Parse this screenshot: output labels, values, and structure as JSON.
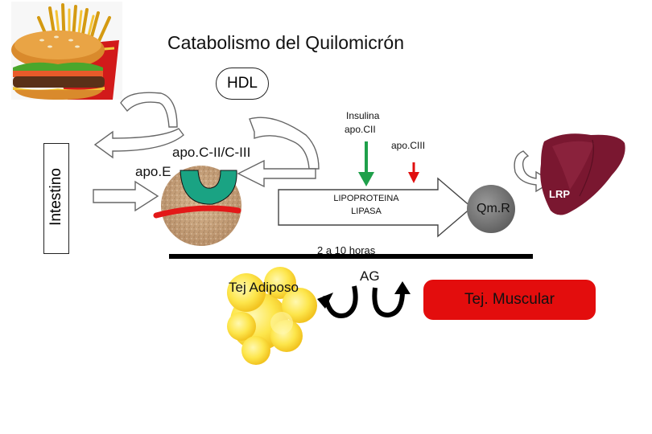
{
  "title": "Catabolismo del Quilomicrón",
  "hdl_label": "HDL",
  "intestino_label": "Intestino",
  "insulina_label": "Insulina",
  "apocii_label": "apo.CII",
  "apociii_label": "apo.CIII",
  "apoc_label": "apo.C-II/C-III",
  "apoe_label": "apo.E",
  "lipoproteina_label": "LIPOPROTEINA",
  "lipasa_label": "LIPASA",
  "qmr_label": "Qm.R",
  "lrp_label": "LRP",
  "horas_label": "2 a 10 horas",
  "tej_adiposo_label": "Tej Adiposo",
  "ag_label": "AG",
  "tej_muscular_label": "Tej. Muscular",
  "colors": {
    "insulin_arrow": "#1fa04a",
    "apociii_arrow": "#e01010",
    "muscle_box": "#e30d0d",
    "liver": "#7a1730",
    "apoc_shape": "#1aa383",
    "apoe_band": "#e31818",
    "adipose": "#fde44a"
  }
}
